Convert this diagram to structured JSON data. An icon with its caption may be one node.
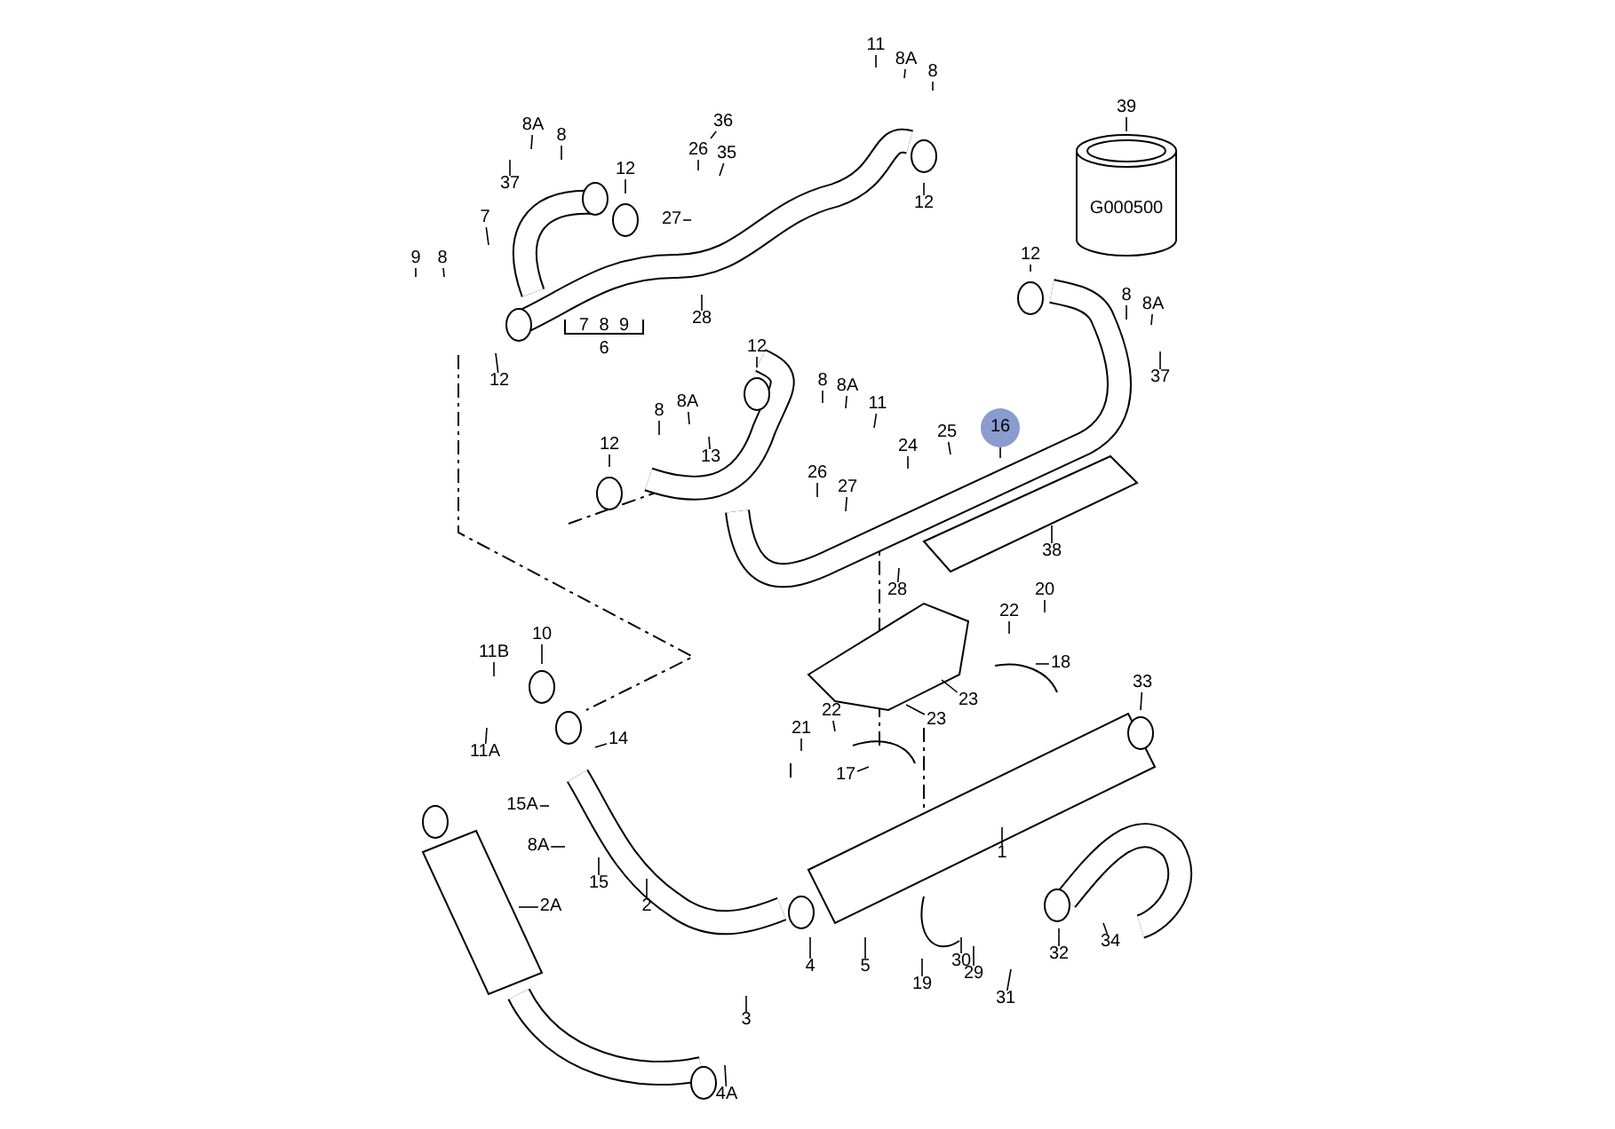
{
  "diagram": {
    "nodes": [
      {
        "text": [
          "11"
        ]
      },
      {
        "text": [
          "8A"
        ]
      },
      {
        "text": [
          "8"
        ]
      },
      {
        "text": [
          "39"
        ]
      },
      {
        "text": [
          "36"
        ]
      },
      {
        "text": [
          "8A"
        ]
      },
      {
        "text": [
          "8"
        ]
      },
      {
        "text": [
          "26"
        ]
      },
      {
        "text": [
          "35"
        ]
      },
      {
        "text": [
          "12"
        ]
      },
      {
        "text": [
          "37"
        ]
      },
      {
        "text": [
          "12"
        ]
      },
      {
        "text": [
          "7"
        ]
      },
      {
        "text": [
          "27"
        ]
      },
      {
        "text": [
          "12"
        ]
      },
      {
        "text": [
          "9"
        ]
      },
      {
        "text": [
          "8"
        ]
      },
      {
        "text": [
          "8"
        ]
      },
      {
        "text": [
          "8A"
        ]
      },
      {
        "text": [
          "28"
        ]
      },
      {
        "text": [
          "12"
        ]
      },
      {
        "text": [
          "37"
        ]
      },
      {
        "text": [
          "12"
        ]
      },
      {
        "text": [
          "8A"
        ]
      },
      {
        "text": [
          "8"
        ]
      },
      {
        "text": [
          "8"
        ]
      },
      {
        "text": [
          "8A"
        ]
      },
      {
        "text": [
          "11"
        ]
      },
      {
        "text": [
          "16"
        ]
      },
      {
        "text": [
          "25"
        ]
      },
      {
        "text": [
          "24"
        ]
      },
      {
        "text": [
          "12"
        ]
      },
      {
        "text": [
          "13"
        ]
      },
      {
        "text": [
          "26"
        ]
      },
      {
        "text": [
          "27"
        ]
      },
      {
        "text": [
          "38"
        ]
      },
      {
        "text": [
          "28"
        ]
      },
      {
        "text": [
          "20"
        ]
      },
      {
        "text": [
          "22"
        ]
      },
      {
        "text": [
          "10"
        ]
      },
      {
        "text": [
          "11B"
        ]
      },
      {
        "text": [
          "18"
        ]
      },
      {
        "text": [
          "33"
        ]
      },
      {
        "text": [
          "23"
        ]
      },
      {
        "text": [
          "22"
        ]
      },
      {
        "text": [
          "23"
        ]
      },
      {
        "text": [
          "21"
        ]
      },
      {
        "text": [
          "14"
        ]
      },
      {
        "text": [
          "11A"
        ]
      },
      {
        "text": [
          "17"
        ]
      },
      {
        "text": [
          "15A"
        ]
      },
      {
        "text": [
          "8A"
        ]
      },
      {
        "text": [
          "1"
        ]
      },
      {
        "text": [
          "15"
        ]
      },
      {
        "text": [
          "2A"
        ]
      },
      {
        "text": [
          "2"
        ]
      },
      {
        "text": [
          "32"
        ]
      },
      {
        "text": [
          "34"
        ]
      },
      {
        "text": [
          "30"
        ]
      },
      {
        "text": [
          "4"
        ]
      },
      {
        "text": [
          "5"
        ]
      },
      {
        "text": [
          "29"
        ]
      },
      {
        "text": [
          "19"
        ]
      },
      {
        "text": [
          "31"
        ]
      },
      {
        "text": [
          "3"
        ]
      },
      {
        "text": [
          "4A"
        ]
      }
    ],
    "edges": [
      {
        "from": 0,
        "to": null,
        "arrow": "none"
      },
      {
        "from": 1,
        "to": null,
        "arrow": "none"
      },
      {
        "from": 2,
        "to": null,
        "arrow": "none"
      },
      {
        "from": 3,
        "to": null,
        "arrow": "none"
      },
      {
        "from": 4,
        "to": null,
        "arrow": "none"
      },
      {
        "from": 5,
        "to": null,
        "arrow": "none"
      },
      {
        "from": 6,
        "to": null,
        "arrow": "none"
      },
      {
        "from": 7,
        "to": null,
        "arrow": "none"
      },
      {
        "from": 8,
        "to": null,
        "arrow": "none"
      },
      {
        "from": 9,
        "to": null,
        "arrow": "none"
      },
      {
        "from": 10,
        "to": null,
        "arrow": "none"
      },
      {
        "from": 11,
        "to": null,
        "arrow": "none"
      },
      {
        "from": 12,
        "to": null,
        "arrow": "none"
      },
      {
        "from": 13,
        "to": null,
        "arrow": "none"
      },
      {
        "from": 14,
        "to": null,
        "arrow": "none"
      },
      {
        "from": 15,
        "to": null,
        "arrow": "none"
      },
      {
        "from": 16,
        "to": null,
        "arrow": "none"
      },
      {
        "from": 17,
        "to": null,
        "arrow": "none"
      },
      {
        "from": 18,
        "to": null,
        "arrow": "none"
      },
      {
        "from": 19,
        "to": null,
        "arrow": "none"
      },
      {
        "from": 20,
        "to": null,
        "arrow": "none"
      },
      {
        "from": 21,
        "to": null,
        "arrow": "none"
      },
      {
        "from": 22,
        "to": null,
        "arrow": "none"
      },
      {
        "from": 23,
        "to": null,
        "arrow": "none"
      },
      {
        "from": 24,
        "to": null,
        "arrow": "none"
      },
      {
        "from": 25,
        "to": null,
        "arrow": "none"
      },
      {
        "from": 26,
        "to": null,
        "arrow": "none"
      },
      {
        "from": 27,
        "to": null,
        "arrow": "none"
      },
      {
        "from": 28,
        "to": null,
        "arrow": "none"
      },
      {
        "from": 29,
        "to": null,
        "arrow": "none"
      },
      {
        "from": 30,
        "to": null,
        "arrow": "none"
      },
      {
        "from": 31,
        "to": null,
        "arrow": "none"
      },
      {
        "from": 32,
        "to": null,
        "arrow": "none"
      },
      {
        "from": 33,
        "to": null,
        "arrow": "none"
      },
      {
        "from": 34,
        "to": null,
        "arrow": "none"
      },
      {
        "from": 35,
        "to": null,
        "arrow": "none"
      },
      {
        "from": 36,
        "to": null,
        "arrow": "none"
      },
      {
        "from": 37,
        "to": null,
        "arrow": "none"
      },
      {
        "from": 38,
        "to": null,
        "arrow": "none"
      },
      {
        "from": 39,
        "to": null,
        "arrow": "none"
      },
      {
        "from": 40,
        "to": null,
        "arrow": "none"
      },
      {
        "from": 41,
        "to": null,
        "arrow": "none"
      },
      {
        "from": 42,
        "to": null,
        "arrow": "none"
      },
      {
        "from": 43,
        "to": null,
        "arrow": "none"
      },
      {
        "from": 44,
        "to": null,
        "arrow": "none"
      },
      {
        "from": 45,
        "to": null,
        "arrow": "none"
      },
      {
        "from": 46,
        "to": null,
        "arrow": "none"
      },
      {
        "from": 47,
        "to": null,
        "arrow": "none"
      },
      {
        "from": 48,
        "to": null,
        "arrow": "none"
      },
      {
        "from": 49,
        "to": null,
        "arrow": "none"
      },
      {
        "from": 50,
        "to": null,
        "arrow": "none"
      },
      {
        "from": 51,
        "to": null,
        "arrow": "none"
      },
      {
        "from": 52,
        "to": null,
        "arrow": "none"
      },
      {
        "from": 53,
        "to": null,
        "arrow": "none"
      },
      {
        "from": 54,
        "to": null,
        "arrow": "none"
      },
      {
        "from": 55,
        "to": null,
        "arrow": "none"
      },
      {
        "from": 56,
        "to": null,
        "arrow": "none"
      },
      {
        "from": 57,
        "to": null,
        "arrow": "none"
      },
      {
        "from": 58,
        "to": null,
        "arrow": "none"
      },
      {
        "from": 59,
        "to": null,
        "arrow": "none"
      },
      {
        "from": 60,
        "to": null,
        "arrow": "none"
      },
      {
        "from": 61,
        "to": null,
        "arrow": "none"
      },
      {
        "from": 62,
        "to": null,
        "arrow": "none"
      },
      {
        "from": 63,
        "to": null,
        "arrow": "none"
      },
      {
        "from": 64,
        "to": null,
        "arrow": "none"
      },
      {
        "from": 65,
        "to": null,
        "arrow": "none"
      }
    ],
    "labels": [
      "G000500",
      "7 8 9",
      "6"
    ]
  }
}
